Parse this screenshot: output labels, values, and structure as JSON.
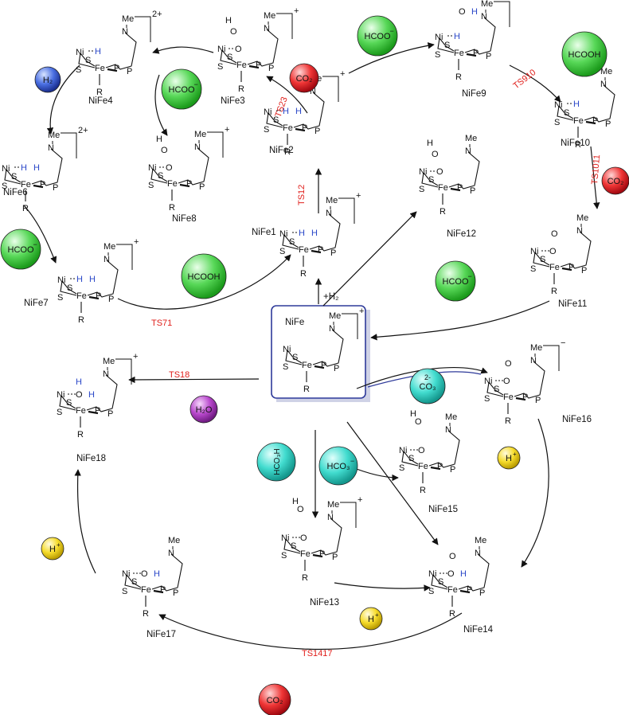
{
  "center": {
    "label": "NiFe"
  },
  "species": [
    {
      "id": "NiFe1",
      "label": "NiFe1"
    },
    {
      "id": "NiFe2",
      "label": "NiFe2"
    },
    {
      "id": "NiFe3",
      "label": "NiFe3"
    },
    {
      "id": "NiFe4",
      "label": "NiFe4"
    },
    {
      "id": "NiFe6",
      "label": "NiFe6"
    },
    {
      "id": "NiFe7",
      "label": "NiFe7"
    },
    {
      "id": "NiFe8",
      "label": "NiFe8"
    },
    {
      "id": "NiFe9",
      "label": "NiFe9"
    },
    {
      "id": "NiFe10",
      "label": "NiFe10"
    },
    {
      "id": "NiFe11",
      "label": "NiFe11"
    },
    {
      "id": "NiFe12",
      "label": "NiFe12"
    },
    {
      "id": "NiFe13",
      "label": "NiFe13"
    },
    {
      "id": "NiFe14",
      "label": "NiFe14"
    },
    {
      "id": "NiFe15",
      "label": "NiFe15"
    },
    {
      "id": "NiFe16",
      "label": "NiFe16"
    },
    {
      "id": "NiFe17",
      "label": "NiFe17"
    },
    {
      "id": "NiFe18",
      "label": "NiFe18"
    }
  ],
  "transition_states": [
    "TS12",
    "TS23",
    "TS910",
    "TS1011",
    "TS71",
    "TS18",
    "TS1417"
  ],
  "charges": {
    "plus": "+",
    "two_plus": "2+",
    "minus": "−"
  },
  "reagents": {
    "h2_add": "+H₂",
    "h2": "H₂",
    "co2": "CO₂",
    "hcooh": "HCOOH",
    "hcoo": "HCOO",
    "h2o": "H₂O",
    "hplus": "H",
    "co3": "CO₃",
    "hco3": "HCO₃",
    "hco3h": "HCO₃H"
  },
  "atoms": {
    "ni": "Ni",
    "fe": "Fe",
    "s": "S",
    "p": "P",
    "n": "N",
    "me": "Me",
    "r": "R",
    "o": "O",
    "c": "C",
    "h": "H"
  },
  "colors": {
    "green": "#3ec83e",
    "red": "#e01c24",
    "blue": "#2e50c8",
    "purple": "#a336b8",
    "yellow": "#f2d21a",
    "cyan": "#2fd4c8",
    "ts_text": "#e0201c",
    "hbond": "#2a47c8"
  }
}
